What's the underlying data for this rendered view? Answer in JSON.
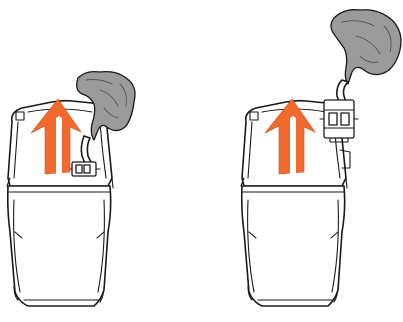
{
  "figure": {
    "panels": [
      {
        "id": "step-1",
        "state": "connector-at-rim"
      },
      {
        "id": "step-2",
        "state": "connector-lifted-out"
      }
    ],
    "colors": {
      "arrow": "#f26a2e",
      "cloth": "#9b9b9b",
      "outline": "#1a1a1a",
      "background": "#ffffff"
    },
    "icons": [
      "up-arrow",
      "electrical-connector",
      "cable",
      "cloth"
    ]
  }
}
